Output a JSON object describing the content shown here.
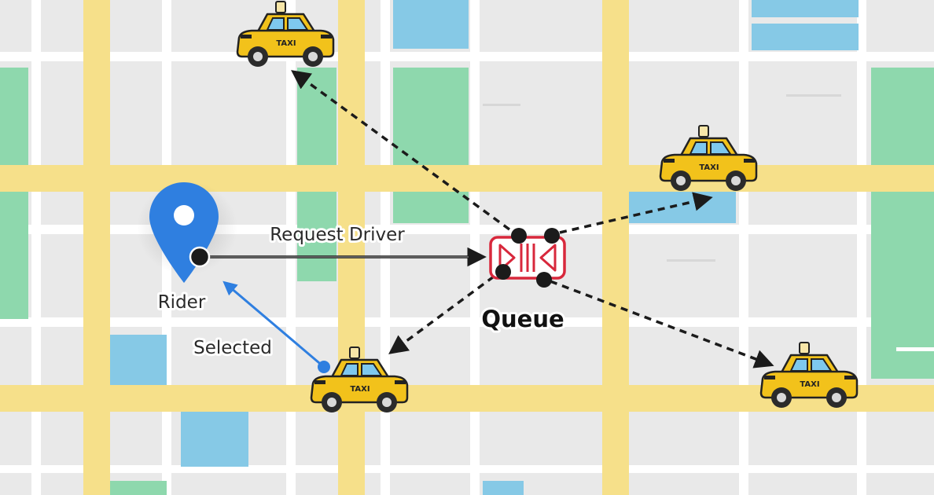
{
  "colors": {
    "background": "#e9e9e9",
    "block": "#f3f3f3",
    "road": "#f6e08a",
    "park_green": "#8ed8ad",
    "water_blue": "#86c9e6",
    "pin_blue": "#2f7fe0",
    "queue_red": "#d8283c",
    "taxi_yellow": "#f2c21b",
    "arrow_black": "#1b1b1b",
    "selected_blue": "#2f7fe0"
  },
  "labels": {
    "request": "Request Driver",
    "rider": "Rider",
    "queue": "Queue",
    "selected": "Selected",
    "taxi_sign": "TAXI"
  },
  "icons": {
    "rider": "map-pin-icon",
    "queue": "message-queue-icon",
    "taxi": "taxi-icon"
  }
}
